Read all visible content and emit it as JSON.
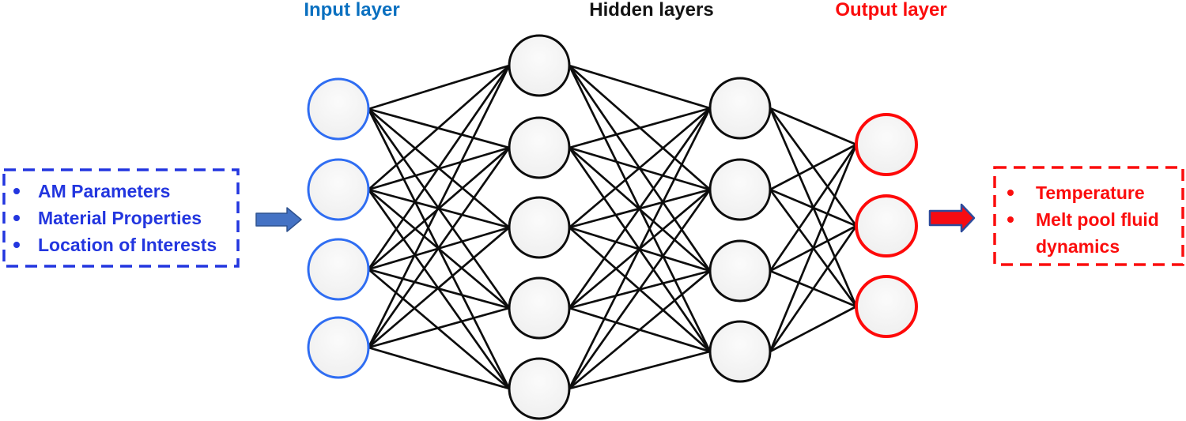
{
  "titles": {
    "input": {
      "label": "Input layer",
      "color": "#0a70c0"
    },
    "hidden": {
      "label": "Hidden layers",
      "color": "#141414"
    },
    "output": {
      "label": "Output layer",
      "color": "#fb0d0d"
    }
  },
  "input_box": {
    "color": "#2336df",
    "items": [
      "AM Parameters",
      "Material Properties",
      "Location of Interests"
    ]
  },
  "output_box": {
    "color": "#fb0d0d",
    "items": [
      "Temperature",
      "Melt pool fluid dynamics"
    ]
  },
  "network": {
    "fully_connected": true,
    "edge_color": "#0d0d0d",
    "node_fill_light": "#fbfbfb",
    "node_fill_dark": "#ededed",
    "layers": [
      {
        "name": "input",
        "nodes": 4,
        "stroke": "#2f6df2",
        "stroke_width": 3
      },
      {
        "name": "hidden-1",
        "nodes": 5,
        "stroke": "#0d0d0d",
        "stroke_width": 3
      },
      {
        "name": "hidden-2",
        "nodes": 4,
        "stroke": "#0d0d0d",
        "stroke_width": 3
      },
      {
        "name": "output",
        "nodes": 3,
        "stroke": "#fe0909",
        "stroke_width": 4
      }
    ]
  },
  "arrows": {
    "input_arrow": {
      "fill": "#4472c4",
      "stroke": "#2f528f"
    },
    "output_arrow": {
      "fill": "#f60b12",
      "stroke": "#2d4b9b"
    }
  }
}
